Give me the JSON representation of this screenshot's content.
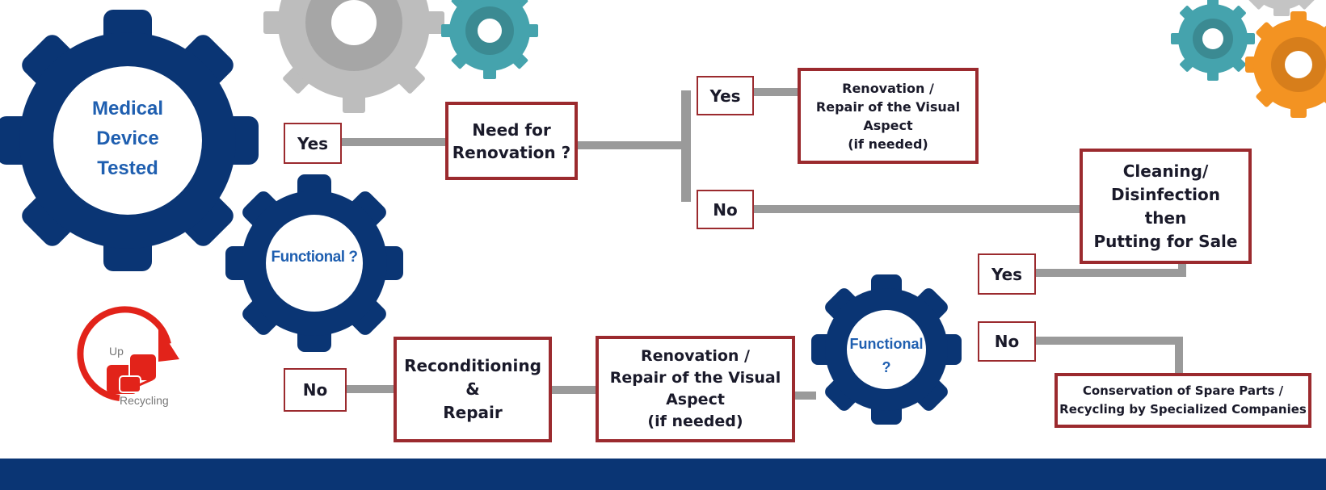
{
  "colors": {
    "navy": "#0a3574",
    "label_blue": "#1f5fb0",
    "box_border": "#9b2a2e",
    "connector": "#9a9a9a",
    "gear_gray": "#bdbdbd",
    "gear_teal": "#45a3ad",
    "gear_orange": "#f39322",
    "logo_red": "#e2231a"
  },
  "gears": {
    "main_label": "Medical\nDevice\nTested",
    "functional_1_label": "Functional ?",
    "functional_2_label": "Functional\n?"
  },
  "labels": {
    "yes_1": "Yes",
    "no_1": "No",
    "need_renovation": "Need for\nRenovation ?",
    "yes_2": "Yes",
    "no_2": "No",
    "renovation_top": "Renovation /\nRepair of the Visual\nAspect\n(if needed)",
    "cleaning": "Cleaning/\nDisinfection\nthen\nPutting for Sale",
    "reconditioning": "Reconditioning\n&\nRepair",
    "renovation_bottom": "Renovation /\nRepair of the Visual\nAspect\n(if needed)",
    "yes_3": "Yes",
    "no_3": "No",
    "conservation": "Conservation of Spare Parts /\nRecycling by Specialized Companies"
  },
  "logo": {
    "word_top": "Up",
    "word_bottom": "Recycling",
    "icon": "recycle-arrow-icon"
  }
}
